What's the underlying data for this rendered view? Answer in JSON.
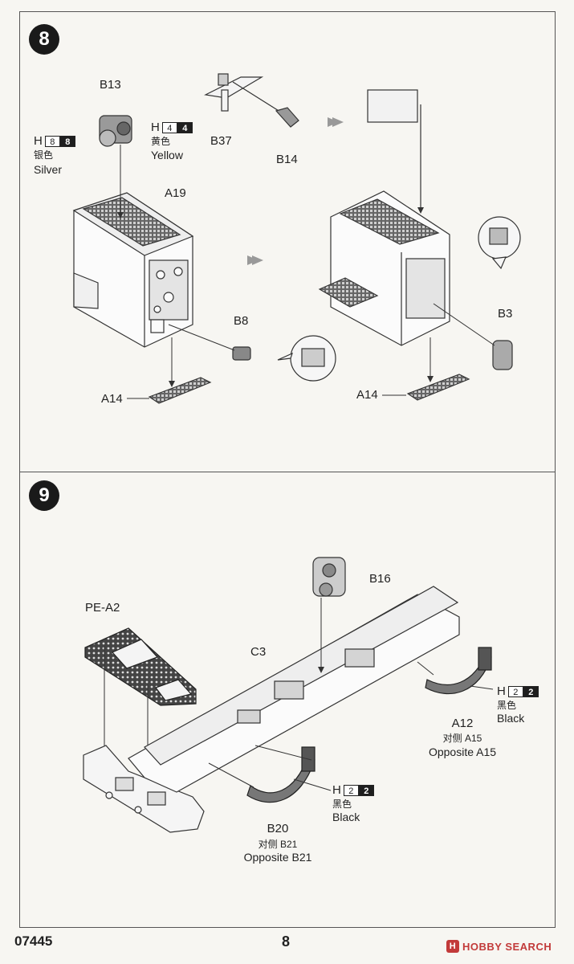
{
  "step8": {
    "number": "8",
    "labels": {
      "b13": "B13",
      "b37": "B37",
      "b14": "B14",
      "a19": "A19",
      "b8": "B8",
      "a14_left": "A14",
      "a14_right": "A14",
      "b3": "B3"
    },
    "paint_h8": {
      "h": "H",
      "code": "8",
      "code_dark": "8",
      "zh": "银色",
      "en": "Silver"
    },
    "paint_h4": {
      "h": "H",
      "code": "4",
      "code_dark": "4",
      "zh": "黄色",
      "en": "Yellow"
    }
  },
  "step9": {
    "number": "9",
    "labels": {
      "pe_a2": "PE-A2",
      "c3": "C3",
      "b16": "B16"
    },
    "a12": {
      "name": "A12",
      "zh": "对侧 A15",
      "en": "Opposite A15"
    },
    "b20": {
      "name": "B20",
      "zh": "对侧 B21",
      "en": "Opposite B21"
    },
    "paint_black_right": {
      "h": "H",
      "code": "2",
      "code_dark": "2",
      "zh": "黑色",
      "en": "Black"
    },
    "paint_black_mid": {
      "h": "H",
      "code": "2",
      "code_dark": "2",
      "zh": "黑色",
      "en": "Black"
    }
  },
  "footer": {
    "kit_code": "07445",
    "page": "8",
    "watermark": "HOBBY SEARCH",
    "watermark_logo": "H"
  }
}
